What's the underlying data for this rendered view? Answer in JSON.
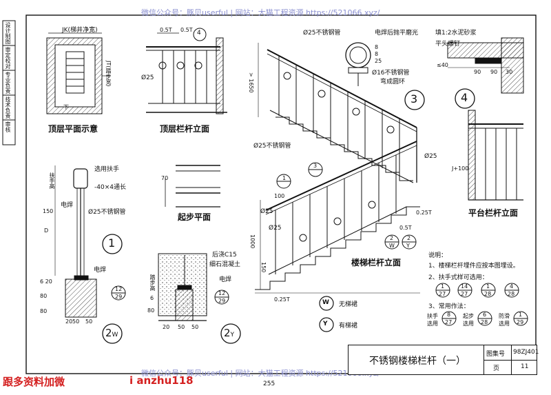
{
  "watermark_top": "微信公众号：豚贝userful  |  网站：大猫工程资源 https://521066.xyz/",
  "watermark_bottom": "微信公众号：豚贝userful  |  网站：大猫工程资源 https://521066.xyz/",
  "promo_left": "跟多资料加微",
  "promo_right": "i anzhu118",
  "page_number": "255",
  "side_strip": [
    "设计制图",
    "审定校对",
    "专业负责",
    "技术负责",
    "审核"
  ],
  "views": {
    "top_plan": {
      "caption": "顶层平面示意",
      "label_well": "JK(梯井净宽)",
      "label_depth": "JT(踏步宽)",
      "label_down": "下"
    },
    "top_elev": {
      "caption": "顶层栏杆立面",
      "dim_a": "0.5T",
      "dim_b": "0.5T",
      "pipe": "Ø25",
      "detail": "4"
    },
    "section1": {
      "num": "1",
      "handrail_note": "选用扶手",
      "flatbar": "-40×4通长",
      "pipe": "Ø25不锈钢管",
      "weld": "电焊",
      "handrail_lbl": "扶手高",
      "d150": "150",
      "dD": "D"
    },
    "start_plan": {
      "caption": "起步平面",
      "dim70": "70"
    },
    "detail2w": {
      "num": "2",
      "sub": "W",
      "weld": "电焊",
      "d80a": "80",
      "d80b": "80",
      "d20": "6 20",
      "d50a": "50",
      "d50b": "50",
      "d20b": "20",
      "ref_top": "12",
      "ref_bot": "29"
    },
    "detail2y": {
      "num": "2",
      "sub": "Y",
      "pour": "后浇C15",
      "gravel": "细石混凝土",
      "weld": "电焊",
      "step": "踏步高",
      "d80": "80",
      "d6": "6",
      "d20": "20",
      "d50a": "50",
      "d50b": "50",
      "ref_top": "12",
      "ref_bot": "29"
    },
    "main_elev": {
      "caption": "楼梯栏杆立面",
      "num3": "3",
      "h1650": "> 1650",
      "h1000": "1000",
      "h150": "150",
      "h100": "100",
      "pipe_top": "Ø25不锈钢管",
      "pipe_r": "Ø25",
      "pipe_l": "Ø25",
      "pipe_s": "Ø25",
      "d025t_a": "0.25T",
      "d05t": "0.5T",
      "d025t_b": "0.25T",
      "c1": "1",
      "c3": "3",
      "ref2w_top": "2",
      "ref2w_bot": "W",
      "ref2y_top": "2",
      "ref2y_bot": "Y"
    },
    "detail3": {
      "num": "3",
      "pipe": "Ø25不锈钢管",
      "weld_note": "电焊后抛平磨光",
      "ring": "Ø16不锈钢管",
      "ring2": "弯成圆环",
      "d8a": "8",
      "d8b": "8",
      "d25": "25"
    },
    "detail4": {
      "num": "4",
      "mortar": "填1:2水泥砂浆",
      "nail": "平头螺钉",
      "d40": "≤40",
      "d90a": "90",
      "d90b": "90",
      "d30": "30"
    },
    "landing": {
      "caption": "平台栏杆立面",
      "h": "J+100"
    }
  },
  "legend": {
    "w_letter": "W",
    "w_text": "无梯裙",
    "y_letter": "Y",
    "y_text": "有梯裙"
  },
  "notes": {
    "title": "说明：",
    "n1": "1、楼梯栏杆埋件应按本图埋设。",
    "n2": "2、扶手式样可选用：",
    "n3": "3、常用作法：",
    "refs2": [
      {
        "top": "1",
        "bot": "27"
      },
      {
        "top": "14",
        "bot": "27"
      },
      {
        "top": "1",
        "bot": "28"
      },
      {
        "top": "4",
        "bot": "28"
      }
    ],
    "refs3_labels": [
      "扶手选用",
      "起步选用",
      "防滑选用"
    ],
    "refs3": [
      {
        "top": "8",
        "bot": "27"
      },
      {
        "top": "6",
        "bot": "28"
      },
      {
        "top": "1",
        "bot": "29"
      }
    ]
  },
  "title_block": {
    "title": "不锈钢楼梯栏杆（一）",
    "set_label": "图集号",
    "set_value": "98ZJ401",
    "page_label": "页",
    "page_value": "11"
  }
}
